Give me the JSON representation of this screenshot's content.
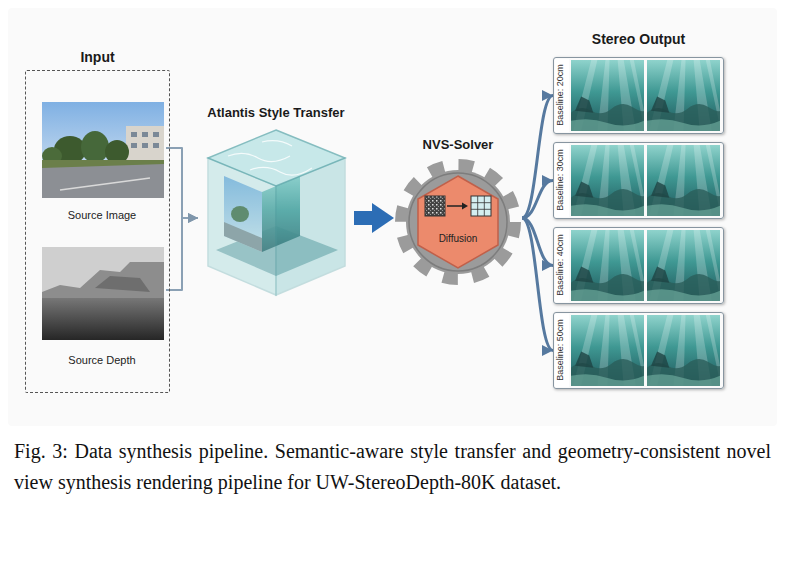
{
  "diagram": {
    "caption": "Fig. 3: Data synthesis pipeline. Semantic-aware style transfer and geometry-consistent novel view synthesis rendering pipeline for UW-StereoDepth-80K dataset.",
    "nodes": [
      {
        "text": [
          "Input"
        ]
      },
      {
        "text": [
          "Source Image"
        ],
        "in": 0
      },
      {
        "text": [
          "Source Depth"
        ],
        "in": 0
      },
      {
        "text": [
          "Atlantis Style Transfer"
        ]
      },
      {
        "text": [
          "NVS-Solver",
          "Diffusion"
        ]
      },
      {
        "text": [
          "Baseline: 20cm"
        ]
      },
      {
        "text": [
          "Baseline: 30cm"
        ]
      },
      {
        "text": [
          "Baseline: 40cm"
        ]
      },
      {
        "text": [
          "Baseline: 50cm"
        ]
      }
    ],
    "edges": [
      {
        "from": 1,
        "to": 3,
        "arrow": "to"
      },
      {
        "from": 2,
        "to": 3,
        "arrow": "to"
      },
      {
        "from": 3,
        "to": 4,
        "arrow": "to"
      },
      {
        "from": 4,
        "to": 5,
        "arrow": "to"
      },
      {
        "from": 4,
        "to": 6,
        "arrow": "to"
      },
      {
        "from": 4,
        "to": 7,
        "arrow": "to"
      },
      {
        "from": 4,
        "to": 8,
        "arrow": "to"
      }
    ],
    "labels": [
      "Stereo Output"
    ]
  }
}
